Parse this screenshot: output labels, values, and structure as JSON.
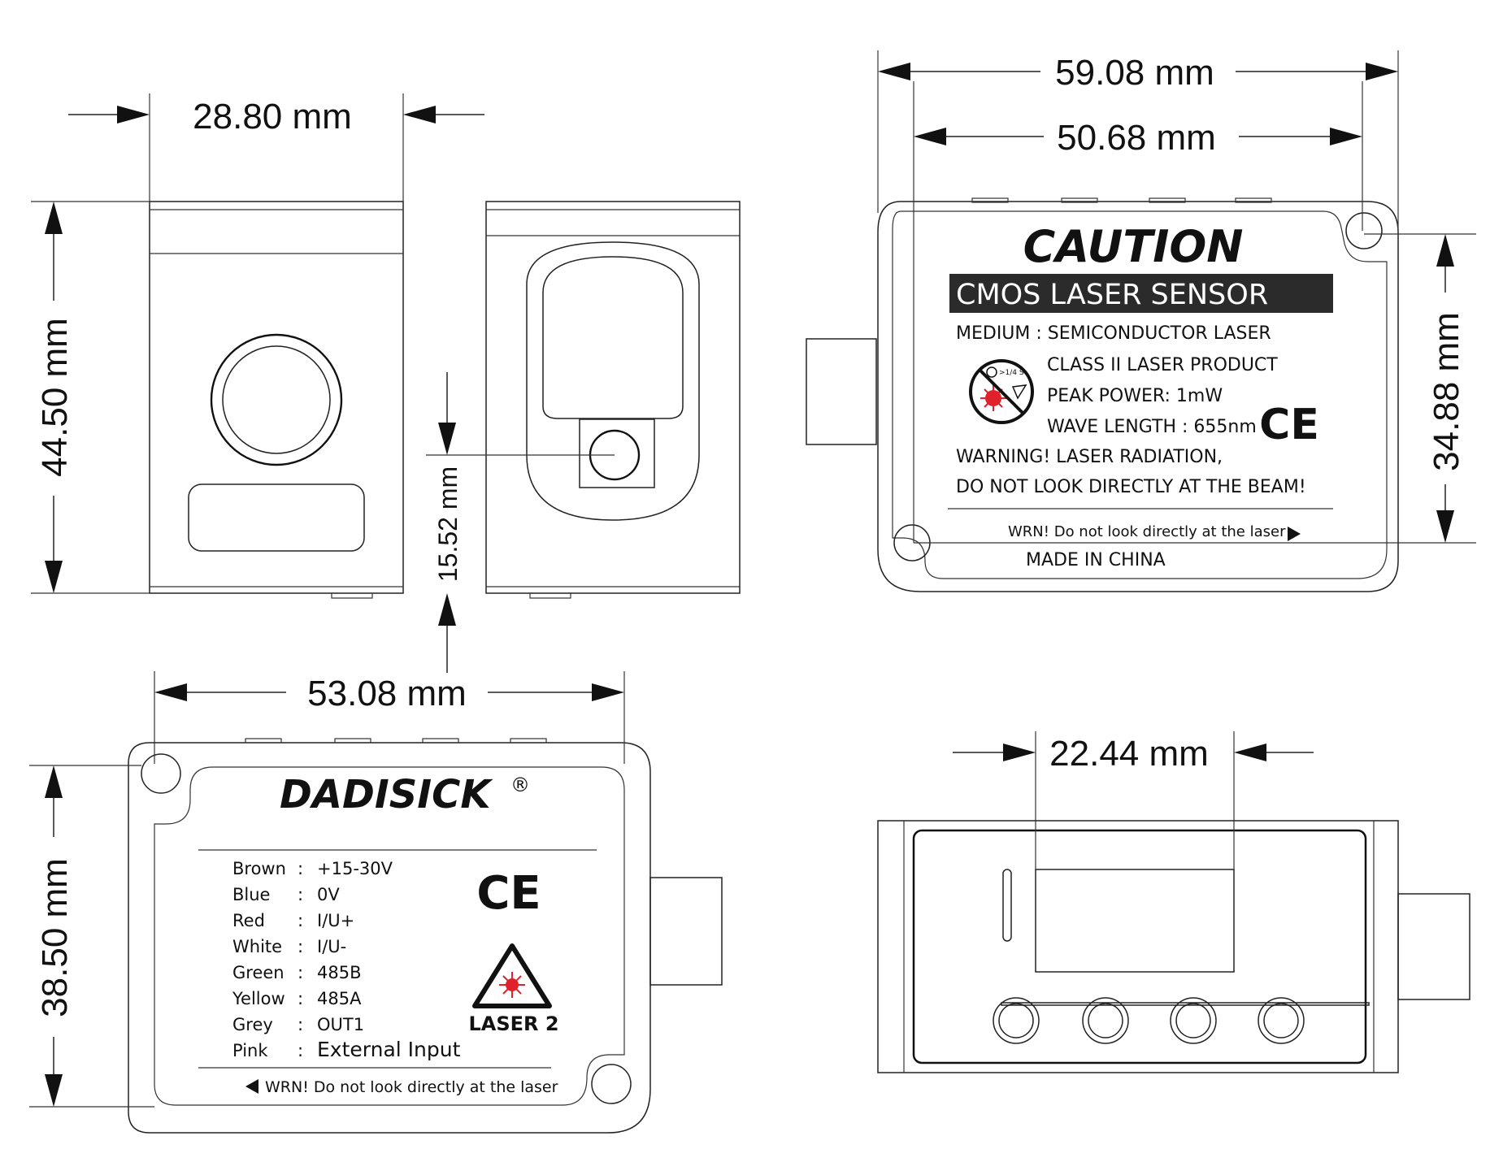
{
  "dimensions": {
    "side_width": "28.80 mm",
    "side_height": "44.50 mm",
    "lens_height": "15.52 mm",
    "back_width": "53.08 mm",
    "back_height": "38.50 mm",
    "front_outer_width": "59.08 mm",
    "front_inner_width": "50.68 mm",
    "front_hole_spacing": "34.88 mm",
    "display_width": "22.44 mm"
  },
  "caution_label": {
    "title": "CAUTION",
    "product": "CMOS LASER SENSOR",
    "medium": "MEDIUM : SEMICONDUCTOR  LASER",
    "class": "CLASS  II  LASER  PRODUCT",
    "peak_power": "PEAK  POWER: 1mW",
    "wavelength": "WAVE  LENGTH : 655nm",
    "warning_1": "WARNING! LASER  RADIATION,",
    "warning_2": "DO NOT LOOK DIRECTLY AT THE BEAM!",
    "footer_warning": "WRN! Do not look directly at the laser",
    "made_in": "MADE IN CHINA",
    "ce_mark": "CE",
    "no_look_icon_text": ">1/4 S"
  },
  "brand_label": {
    "brand": "DADISICK",
    "registered": "®",
    "ce_mark": "CE",
    "laser_class": "LASER  2",
    "footer_warning": "WRN! Do not look directly at the laser",
    "wiring": [
      {
        "color": "Brown",
        "sep": ":",
        "signal": "+15-30V"
      },
      {
        "color": "Blue",
        "sep": ":",
        "signal": "0V"
      },
      {
        "color": "Red",
        "sep": ":",
        "signal": "I/U+"
      },
      {
        "color": "White",
        "sep": ":",
        "signal": "I/U-"
      },
      {
        "color": "Green",
        "sep": ":",
        "signal": "485B"
      },
      {
        "color": "Yellow",
        "sep": ":",
        "signal": "485A"
      },
      {
        "color": "Grey",
        "sep": ":",
        "signal": "OUT1"
      },
      {
        "color": "Pink",
        "sep": ":",
        "signal": "External Input"
      }
    ]
  },
  "colors": {
    "line": "#222222",
    "label_bar": "#2b2b2b",
    "laser_red": "#e0202a"
  }
}
